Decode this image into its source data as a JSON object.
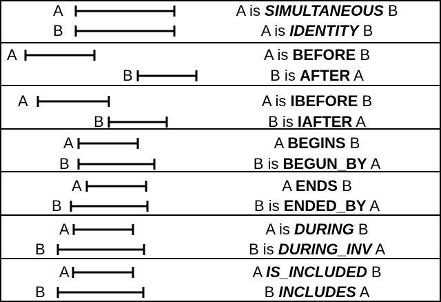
{
  "rows": [
    {
      "lines": [
        {
          "letter": "A",
          "parts": [
            [
              "A is ",
              ""
            ],
            [
              "SIMULTANEOUS",
              "bi"
            ],
            [
              " B",
              ""
            ]
          ]
        },
        {
          "letter": "B",
          "parts": [
            [
              "A is ",
              ""
            ],
            [
              "IDENTITY",
              "bi"
            ],
            [
              " B",
              ""
            ]
          ]
        }
      ]
    },
    {
      "lines": [
        {
          "letter": "A",
          "parts": [
            [
              "A is ",
              ""
            ],
            [
              "BEFORE",
              "b"
            ],
            [
              " B",
              ""
            ]
          ]
        },
        {
          "letter": "B",
          "parts": [
            [
              "B is ",
              ""
            ],
            [
              "AFTER",
              "b"
            ],
            [
              " A",
              ""
            ]
          ]
        }
      ]
    },
    {
      "lines": [
        {
          "letter": "A",
          "parts": [
            [
              "A is ",
              ""
            ],
            [
              "IBEFORE",
              "b"
            ],
            [
              " B",
              ""
            ]
          ]
        },
        {
          "letter": "B",
          "parts": [
            [
              "B is ",
              ""
            ],
            [
              "IAFTER",
              "b"
            ],
            [
              " A",
              ""
            ]
          ]
        }
      ]
    },
    {
      "lines": [
        {
          "letter": "A",
          "parts": [
            [
              "A ",
              ""
            ],
            [
              "BEGINS",
              "b"
            ],
            [
              " B",
              ""
            ]
          ]
        },
        {
          "letter": "B",
          "parts": [
            [
              "B is ",
              ""
            ],
            [
              "BEGUN_BY",
              "b"
            ],
            [
              " A",
              ""
            ]
          ]
        }
      ]
    },
    {
      "lines": [
        {
          "letter": "A",
          "parts": [
            [
              "A ",
              ""
            ],
            [
              "ENDS",
              "b"
            ],
            [
              " B",
              ""
            ]
          ]
        },
        {
          "letter": "B",
          "parts": [
            [
              "B is ",
              ""
            ],
            [
              "ENDED_BY",
              "b"
            ],
            [
              " A",
              ""
            ]
          ]
        }
      ]
    },
    {
      "lines": [
        {
          "letter": "A",
          "parts": [
            [
              "A is ",
              ""
            ],
            [
              "DURING",
              "bi"
            ],
            [
              " B",
              ""
            ]
          ]
        },
        {
          "letter": "B",
          "parts": [
            [
              "B is ",
              ""
            ],
            [
              "DURING_INV",
              "bi"
            ],
            [
              " A",
              ""
            ]
          ]
        }
      ]
    },
    {
      "lines": [
        {
          "letter": "A",
          "parts": [
            [
              "A ",
              ""
            ],
            [
              "IS_INCLUDED",
              "bi"
            ],
            [
              " B",
              ""
            ]
          ]
        },
        {
          "letter": "B",
          "parts": [
            [
              "B ",
              ""
            ],
            [
              "INCLUDES",
              "bi"
            ],
            [
              " A",
              ""
            ]
          ]
        }
      ]
    }
  ]
}
